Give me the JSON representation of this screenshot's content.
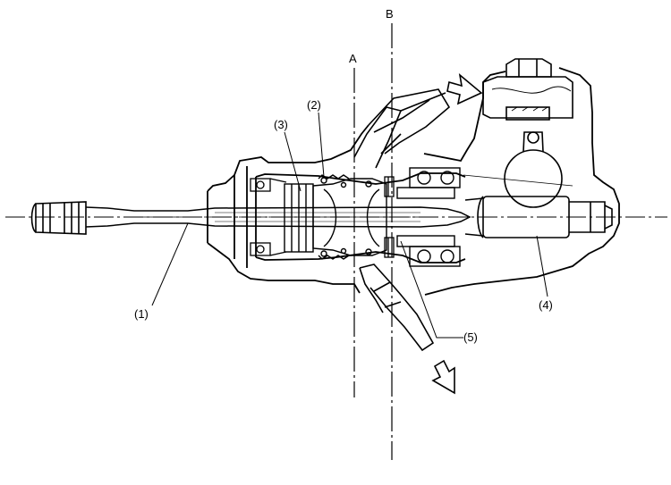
{
  "section_labels": {
    "a": "A",
    "b": "B"
  },
  "callouts": {
    "c1": "(1)",
    "c2": "(2)",
    "c3": "(3)",
    "c4": "(4)",
    "c5": "(5)"
  },
  "colors": {
    "line": "#000000",
    "background": "#ffffff",
    "hatch": "#000000"
  }
}
